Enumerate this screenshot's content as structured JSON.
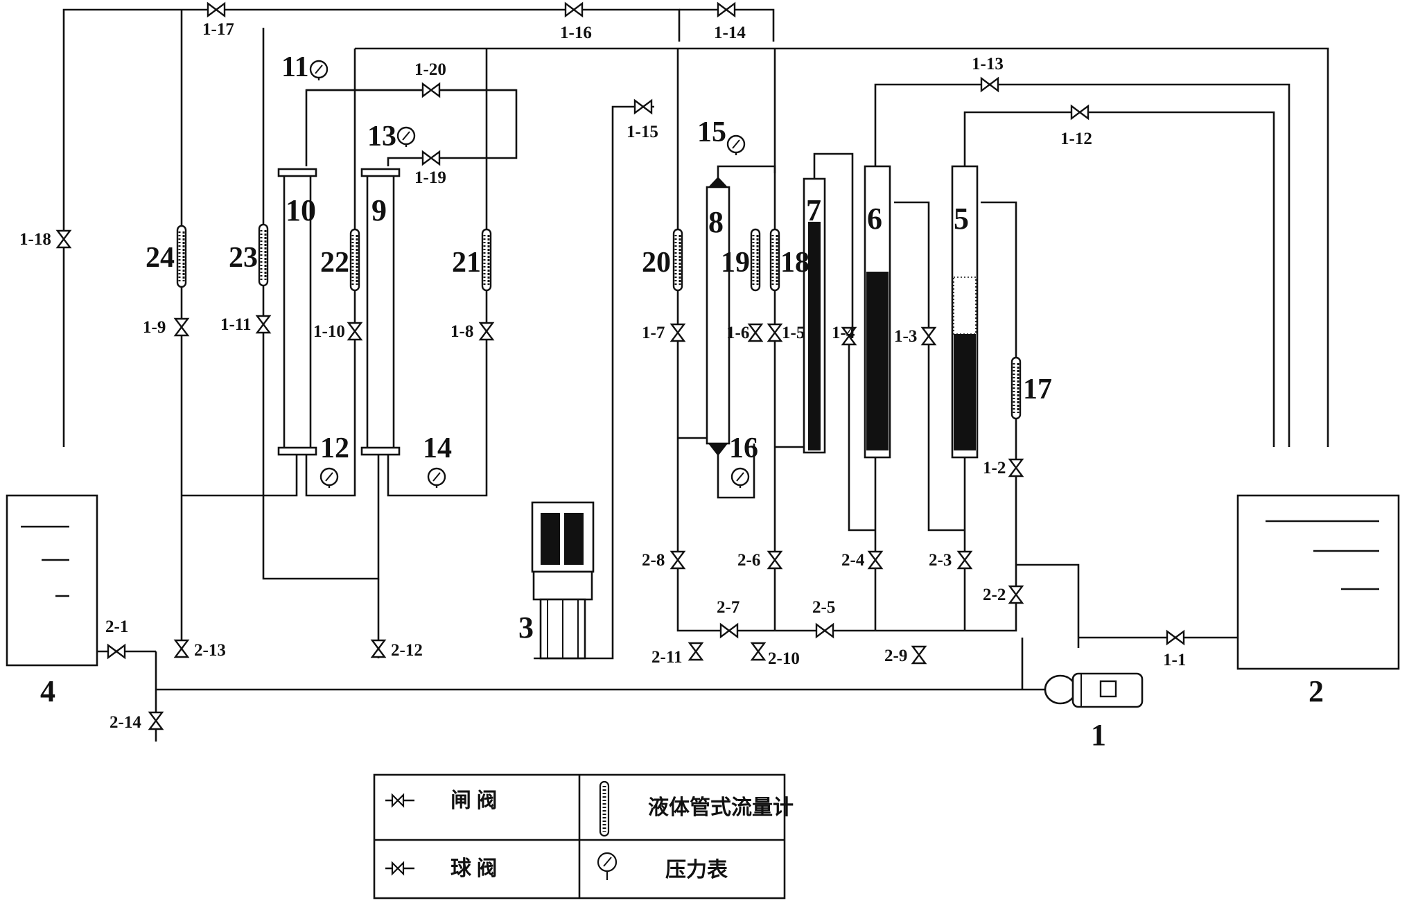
{
  "units": {
    "pump": "1",
    "feed_tank": "2",
    "booster": "3",
    "collect_tank": "4",
    "column_5": "5",
    "column_6": "6",
    "column_7": "7",
    "column_8": "8",
    "column_9": "9",
    "column_10": "10"
  },
  "gauges": [
    "11",
    "12",
    "13",
    "14",
    "15",
    "16"
  ],
  "flowmeters": [
    "17",
    "18",
    "19",
    "20",
    "21",
    "22",
    "23",
    "24"
  ],
  "valves": {
    "v1_1": "1-1",
    "v1_2": "1-2",
    "v1_3": "1-3",
    "v1_4": "1-4",
    "v1_5": "1-5",
    "v1_6": "1-6",
    "v1_7": "1-7",
    "v1_8": "1-8",
    "v1_9": "1-9",
    "v1_10": "1-10",
    "v1_11": "1-11",
    "v1_12": "1-12",
    "v1_13": "1-13",
    "v1_14": "1-14",
    "v1_15": "1-15",
    "v1_16": "1-16",
    "v1_17": "1-17",
    "v1_18": "1-18",
    "v1_19": "1-19",
    "v1_20": "1-20",
    "v2_1": "2-1",
    "v2_2": "2-2",
    "v2_3": "2-3",
    "v2_4": "2-4",
    "v2_5": "2-5",
    "v2_6": "2-6",
    "v2_7": "2-7",
    "v2_8": "2-8",
    "v2_9": "2-9",
    "v2_10": "2-10",
    "v2_11": "2-11",
    "v2_12": "2-12",
    "v2_13": "2-13",
    "v2_14": "2-14"
  },
  "legend": {
    "gate_valve": "闸 阀",
    "globe_valve": "球 阀",
    "flowmeter": "液体管式流量计",
    "gauge": "压力表"
  },
  "colors": {
    "line": "#111111",
    "background": "#ffffff"
  }
}
